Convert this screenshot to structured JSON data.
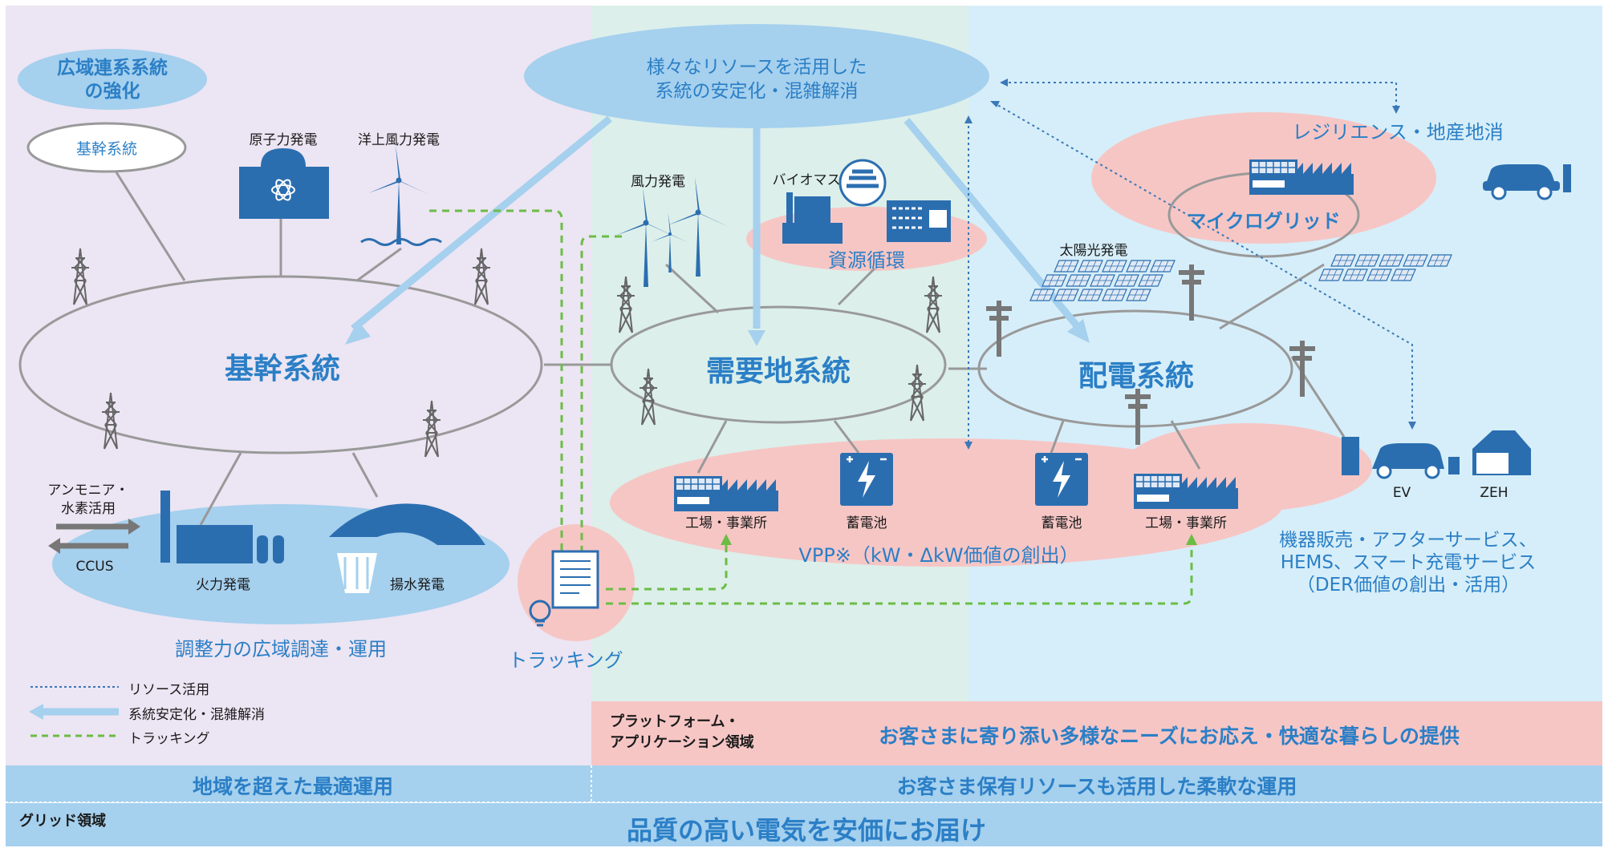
{
  "colors": {
    "accent": "#2b7fc6",
    "region_left": "#ece5f3",
    "region_mid": "#dcefea",
    "region_right": "#d6eef9",
    "pink": "#f6c6c5",
    "light_blue": "#a5d0ee",
    "dashed_green": "#6bbd45",
    "dotted_blue": "#3a78b8"
  },
  "titles": {
    "wide_area": [
      "広域連系系統",
      "の強化"
    ],
    "stabilization": [
      "様々なリソースを活用した",
      "系統の安定化・混雑解消"
    ],
    "resilience": "レジリエンス・地産地消"
  },
  "grids": {
    "trunk_small": "基幹系統",
    "trunk_main": "基幹系統",
    "demand": "需要地系統",
    "distribution": "配電系統"
  },
  "plants": {
    "nuclear": "原子力発電",
    "offshore_wind": "洋上風力発電",
    "wind": "風力発電",
    "biomass": "バイオマス",
    "solar": "太陽光発電",
    "thermal": "火力発電",
    "pumped_hydro": "揚水発電",
    "ammonia": [
      "アンモニア・",
      "水素活用"
    ],
    "ccus": "CCUS"
  },
  "areas": {
    "resource_cycle": "資源循環",
    "microgrid": "マイクログリッド",
    "adjustment": "調整力の広域調達・運用",
    "tracking": "トラッキング",
    "vpp": "VPP※（kW・ΔkW価値の創出）",
    "ev": "EV",
    "zeh": "ZEH"
  },
  "vpp": {
    "factory_left": "工場・事業所",
    "battery_left": "蓄電池",
    "battery_right": "蓄電池",
    "factory_right": "工場・事業所"
  },
  "services": [
    "機器販売・アフターサービス、",
    "HEMS、スマート充電サービス",
    "（DER価値の創出・活用）"
  ],
  "legend": {
    "resource_use": "リソース活用",
    "stabilization": "系統安定化・混雑解消",
    "tracking": "トラッキング"
  },
  "platform": {
    "label": [
      "プラットフォーム・",
      "アプリケーション領域"
    ],
    "message": "お客さまに寄り添い多様なニーズにお応え・快適な暮らしの提供"
  },
  "bottom": {
    "left": "地域を超えた最適運用",
    "right": "お客さま保有リソースも活用した柔軟な運用",
    "grid_label": "グリッド領域",
    "main": "品質の高い電気を安価にお届け"
  }
}
